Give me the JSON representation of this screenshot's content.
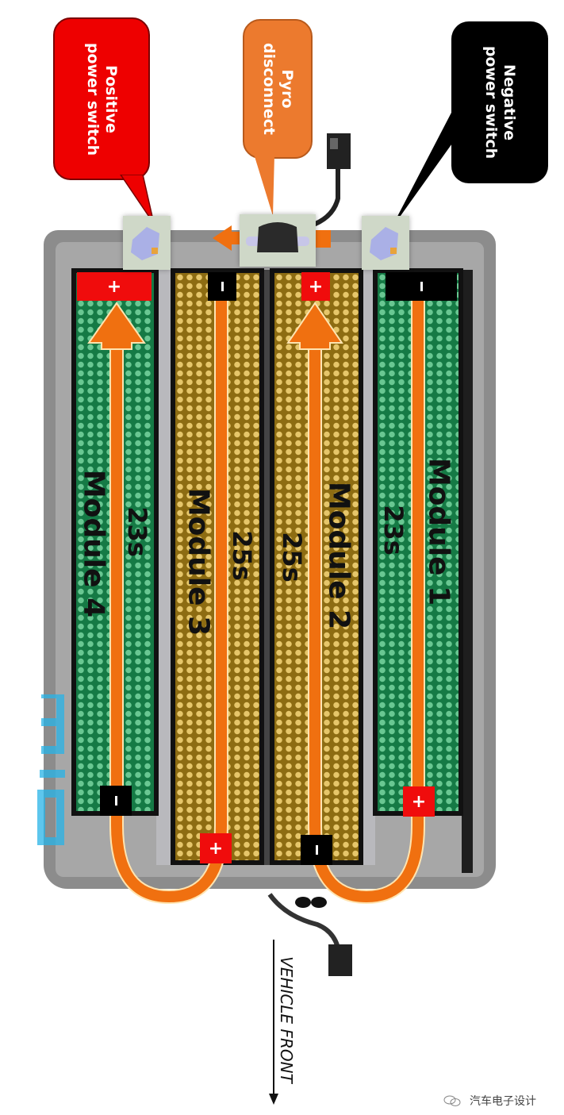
{
  "callouts": {
    "positive": {
      "line1": "Positive",
      "line2": "power switch",
      "color": "#ee0000"
    },
    "pyro": {
      "line1": "Pyro",
      "line2": "disconnect",
      "color": "#ec7a2e"
    },
    "negative": {
      "line1": "Negative",
      "line2": "power switch",
      "color": "#000000"
    }
  },
  "modules": [
    {
      "name": "Module 1",
      "cells": "23s",
      "color": "#157a45"
    },
    {
      "name": "Module 2",
      "cells": "25s",
      "color": "#8d6c12"
    },
    {
      "name": "Module 3",
      "cells": "25s",
      "color": "#8d6c12"
    },
    {
      "name": "Module 4",
      "cells": "23s",
      "color": "#157a45"
    }
  ],
  "terminals": {
    "plus": "+",
    "minus": "-"
  },
  "current_path_color": "#f07010",
  "direction_label": "VEHICLE FRONT",
  "watermark": "汽车电子设计"
}
